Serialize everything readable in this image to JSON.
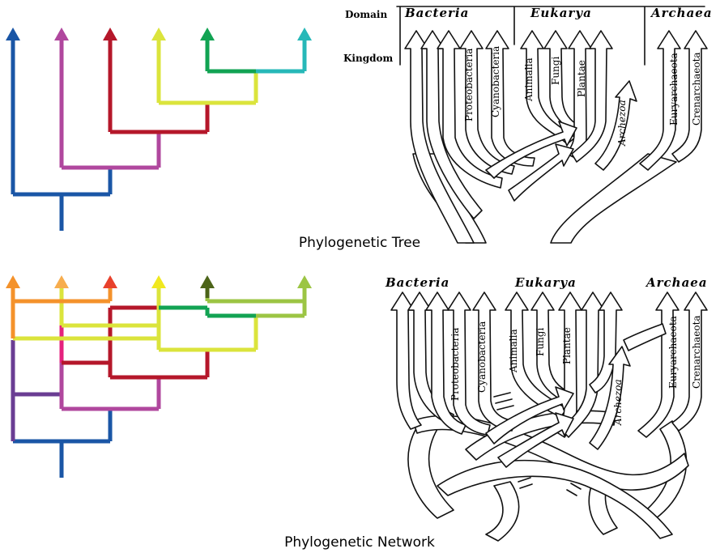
{
  "colors": {
    "blue": "#1a56a6",
    "magenta": "#b0479e",
    "red": "#b5172a",
    "yellow": "#dbe43c",
    "green": "#12a353",
    "teal": "#27b8b8",
    "orange": "#f4922b",
    "light_orange": "#f7ad4e",
    "red_orange": "#e8412c",
    "bright_yellow": "#f0e81f",
    "dark_olive": "#4c6419",
    "lime": "#9cc544",
    "purple": "#6a3d93",
    "pink": "#e4227e"
  },
  "tree_section": {
    "caption": "Phylogenetic Tree",
    "header": {
      "domain_label": "Domain",
      "kingdom_label": "Kingdom"
    },
    "domains": [
      "Bacteria",
      "Eukarya",
      "Archaea"
    ],
    "kingdoms": [
      "Proteobacteria",
      "Cyanobacteria",
      "Animalia",
      "Fungi",
      "Plantae",
      "Archezoa",
      "Euryarchaeota",
      "Crenarchaeota"
    ]
  },
  "network_section": {
    "caption": "Phylogenetic Network",
    "domains": [
      "Bacteria",
      "Eukarya",
      "Archaea"
    ],
    "kingdoms": [
      "Proteobacteria",
      "Cyanobacteria",
      "Animalia",
      "Fungi",
      "Plantae",
      "Archezoa",
      "Euryarchaeota",
      "Crenarchaeota"
    ]
  }
}
